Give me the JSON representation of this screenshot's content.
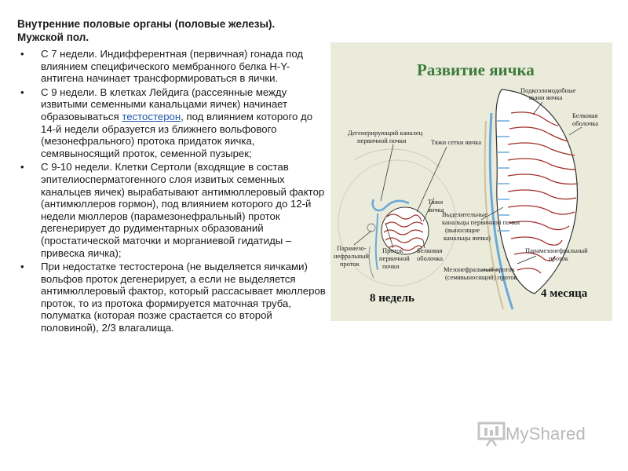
{
  "slide": {
    "title_line1": "Внутренние половые органы (половые железы).",
    "title_line2": "Мужской пол.",
    "bullets": [
      {
        "text": "С 7 недели. Индифферентная (первичная) гонада под влиянием специфического мембранного белка Н-Y-антигена начинает трансформироваться в яички."
      },
      {
        "before": "С 9 недели. В клетках Лейдига (рассеянные между извитыми семенными канальцами яичек) начинает образовываться ",
        "link": "тестостерон",
        "after": ", под влиянием которого до 14-й недели образуется из ближнего вольфового (мезонефрального) протока придаток яичка, семявыносящий проток, семенной пузырек;"
      },
      {
        "text": "С 9-10 недели. Клетки Сертоли (входящие в состав эпителиосперматогенного слоя извитых семенных канальцев яичек) вырабатывают антимюллеровый фактор (антимюллеров гормон), под влиянием которого до 12-й недели мюллеров (парамезонефральный) проток дегенерирует до рудиментарных образований (простатической маточки и морганиевой гидатиды – привеска яичка);"
      },
      {
        "text": "При недостатке тестостерона (не выделяется яичками) вольфов проток дегенерирует, а если не выделяется антимюллеровый фактор, который рассасывает мюллеров проток, то из протока формируется маточная труба, полуматка (которая позже срастается со второй половиной), 2/3 влагалища."
      }
    ],
    "bullet_char": "•"
  },
  "figure": {
    "title": "Развитие яичка",
    "labels": {
      "degenerating": [
        "Дегенерирующий каналец",
        "первичной почки"
      ],
      "rete_cords": "Тяжи сетки яичка",
      "testis_cords": [
        "Тяжи",
        "яичка"
      ],
      "paramesonephric_left": [
        "Парамезо-",
        "нефральный",
        "проток"
      ],
      "primary_kidney_duct": [
        "Проток",
        "первичной",
        "почки"
      ],
      "tunica_left": [
        "Белковая",
        "оболочка"
      ],
      "subcoelomic": [
        "Подкоэломодобные",
        "ткани яичка"
      ],
      "tunica_right": [
        "Белковая",
        "оболочка"
      ],
      "efferent": [
        "Выделительные",
        "канальцы первичной почки",
        "(выносящие",
        "канальцы яичка)"
      ],
      "paramesonephric_right": [
        "Парамезонефральный",
        "проток"
      ],
      "mesonephric": [
        "Мезонефральный проток",
        "(семявыносящий) проток"
      ],
      "age_left": "8 недель",
      "age_right": "4 месяца"
    }
  },
  "logo": {
    "text_my": "My",
    "text_shared": "Shared",
    "icon": "projector-screen-icon"
  },
  "colors": {
    "title_green": "#3a7a3a",
    "tubule_red": "#a0302a",
    "duct_blue": "#6aaad8",
    "figure_bg": "#ebebdb",
    "link_blue": "#1f56a8"
  }
}
